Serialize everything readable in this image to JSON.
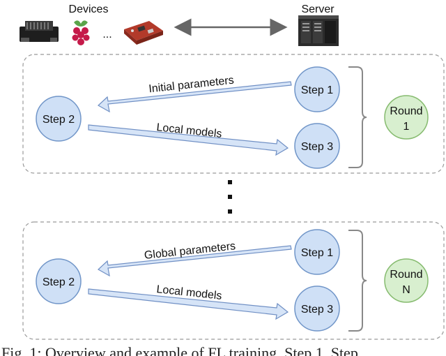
{
  "header": {
    "devices_label": "Devices",
    "server_label": "Server",
    "ellipsis": "..."
  },
  "rounds": [
    {
      "server_step_top": "Step 1",
      "device_step": "Step 2",
      "server_step_bottom": "Step 3",
      "down_arrow_label": "Initial parameters",
      "up_arrow_label": "Local models",
      "round_label_line1": "Round",
      "round_label_line2": "1"
    },
    {
      "server_step_top": "Step 1",
      "device_step": "Step 2",
      "server_step_bottom": "Step 3",
      "down_arrow_label": "Global parameters",
      "up_arrow_label": "Local models",
      "round_label_line1": "Round",
      "round_label_line2": "N"
    }
  ],
  "caption": "Fig. 1: Overview and example of FL training. Step 1, Step",
  "colors": {
    "step_fill": "#cfe0f6",
    "step_stroke": "#7095c8",
    "arrow_fill": "#d6e4f7",
    "arrow_stroke": "#6f8fc4",
    "round_fill": "#d8efcf",
    "round_stroke": "#86bb6f"
  },
  "icons": {
    "devices": [
      "jetson-board-icon",
      "raspberry-pi-icon",
      "dev-board-icon"
    ],
    "server": "server-rack-icon"
  }
}
